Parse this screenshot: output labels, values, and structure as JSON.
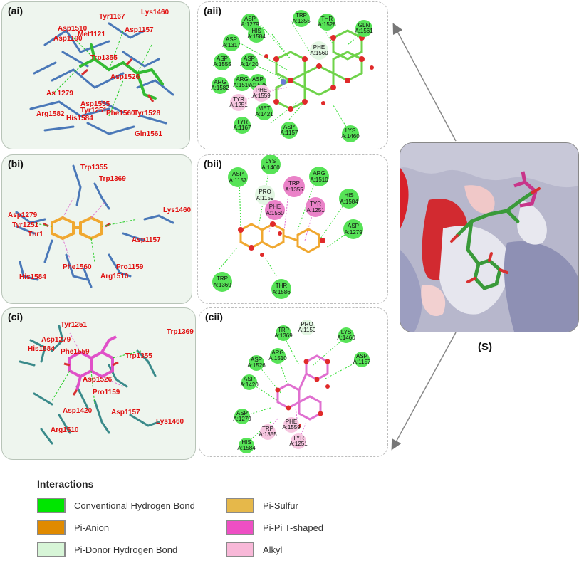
{
  "panels": {
    "ai": {
      "label": "(ai)",
      "residues": [
        "Tyr1167",
        "Lys1460",
        "Asp1510",
        "Asp1190",
        "Met1121",
        "Asp1157",
        "Trp1355",
        "Asp1526",
        "As 1279",
        "Tyr1528",
        "Arg1582",
        "His1584",
        "Tyr1251",
        "Asp1555",
        "Phe1560",
        "Gln1561"
      ]
    },
    "aii": {
      "label": "(aii)",
      "nodes": [
        {
          "id": "asp1279",
          "l1": "ASP",
          "l2": "A:1279",
          "type": "hbond"
        },
        {
          "id": "trp1355",
          "l1": "TRP",
          "l2": "A:1355",
          "type": "hbond"
        },
        {
          "id": "thr1528",
          "l1": "THR",
          "l2": "A:1528",
          "type": "hbond"
        },
        {
          "id": "gln1561",
          "l1": "GLN",
          "l2": "A:1561",
          "type": "hbond"
        },
        {
          "id": "his1584",
          "l1": "HIS",
          "l2": "A:1584",
          "type": "hbond"
        },
        {
          "id": "asp1317",
          "l1": "ASP",
          "l2": "A:1317",
          "type": "hbond"
        },
        {
          "id": "phe1560",
          "l1": "PHE",
          "l2": "A:1560",
          "type": "pidonor"
        },
        {
          "id": "asp1555",
          "l1": "ASP",
          "l2": "A:1555",
          "type": "hbond"
        },
        {
          "id": "asp1420",
          "l1": "ASP",
          "l2": "A:1420",
          "type": "hbond"
        },
        {
          "id": "arg1510",
          "l1": "ARG",
          "l2": "A:1510",
          "type": "hbond"
        },
        {
          "id": "asp1526",
          "l1": "ASP",
          "l2": "A:1526",
          "type": "hbond"
        },
        {
          "id": "arg1582",
          "l1": "ARG",
          "l2": "A:1582",
          "type": "hbond"
        },
        {
          "id": "phe1559",
          "l1": "PHE",
          "l2": "A:1559",
          "type": "alkyl"
        },
        {
          "id": "tyr1251",
          "l1": "TYR",
          "l2": "A:1251",
          "type": "alkyl"
        },
        {
          "id": "met1421",
          "l1": "MET",
          "l2": "A:1421",
          "type": "hbond"
        },
        {
          "id": "tyr1167",
          "l1": "TYR",
          "l2": "A:1167",
          "type": "hbond"
        },
        {
          "id": "asp1157",
          "l1": "ASP",
          "l2": "A:1157",
          "type": "hbond"
        },
        {
          "id": "lys1460",
          "l1": "LYS",
          "l2": "A:1460",
          "type": "hbond"
        }
      ]
    },
    "bi": {
      "label": "(bi)",
      "residues": [
        "Trp1355",
        "Trp1369",
        "Lys1460",
        "Asp1279",
        "Tyr1251",
        "Thr1",
        "Asp1157",
        "His1584",
        "Phe1560",
        "Pro1159",
        "Arg1510"
      ]
    },
    "bii": {
      "label": "(bii)",
      "nodes": [
        {
          "id": "lys1460",
          "l1": "LYS",
          "l2": "A:1460",
          "type": "hbond"
        },
        {
          "id": "asp1157",
          "l1": "ASP",
          "l2": "A:1157",
          "type": "hbond"
        },
        {
          "id": "arg1510",
          "l1": "ARG",
          "l2": "A:1510",
          "type": "hbond"
        },
        {
          "id": "trp1355",
          "l1": "TRP",
          "l2": "A:1355",
          "type": "pipi"
        },
        {
          "id": "pro1159",
          "l1": "PRO",
          "l2": "A:1159",
          "type": "pidonor"
        },
        {
          "id": "his1584",
          "l1": "HIS",
          "l2": "A:1584",
          "type": "hbond"
        },
        {
          "id": "tyr1251",
          "l1": "TYR",
          "l2": "A:1251",
          "type": "pipi"
        },
        {
          "id": "phe1560",
          "l1": "PHE",
          "l2": "A:1560",
          "type": "pipi"
        },
        {
          "id": "asp1279",
          "l1": "ASP",
          "l2": "A:1279",
          "type": "hbond"
        },
        {
          "id": "trp1369",
          "l1": "TRP",
          "l2": "A:1369",
          "type": "hbond"
        },
        {
          "id": "thr1586",
          "l1": "THR",
          "l2": "A:1586",
          "type": "hbond"
        }
      ]
    },
    "ci": {
      "label": "(ci)",
      "residues": [
        "Tyr1251",
        "Asp1279",
        "His1584",
        "Phe1559",
        "Trp1369",
        "Trp1355",
        "Asp1526",
        "Pro1159",
        "Asp1420",
        "Asp1157",
        "Lys1460",
        "Arg1510"
      ]
    },
    "cii": {
      "label": "(cii)",
      "nodes": [
        {
          "id": "trp1369",
          "l1": "TRP",
          "l2": "A:1369",
          "type": "hbond"
        },
        {
          "id": "pro1159",
          "l1": "PRO",
          "l2": "A:1159",
          "type": "pidonor"
        },
        {
          "id": "lys1460",
          "l1": "LYS",
          "l2": "A:1460",
          "type": "hbond"
        },
        {
          "id": "arg1510",
          "l1": "ARG",
          "l2": "A:1510",
          "type": "hbond"
        },
        {
          "id": "asp1526",
          "l1": "ASP",
          "l2": "A:1526",
          "type": "hbond"
        },
        {
          "id": "asp1157",
          "l1": "ASP",
          "l2": "A:1157",
          "type": "hbond"
        },
        {
          "id": "asp1420",
          "l1": "ASP",
          "l2": "A:1420",
          "type": "hbond"
        },
        {
          "id": "asp1279",
          "l1": "ASP",
          "l2": "A:1279",
          "type": "hbond"
        },
        {
          "id": "phe1559",
          "l1": "PHE",
          "l2": "A:1559",
          "type": "alkyl"
        },
        {
          "id": "trp1355",
          "l1": "TRP",
          "l2": "A:1355",
          "type": "alkyl"
        },
        {
          "id": "his1584",
          "l1": "HIS",
          "l2": "A:1584",
          "type": "hbond"
        },
        {
          "id": "tyr1251",
          "l1": "TYR",
          "l2": "A:1251",
          "type": "alkyl"
        }
      ]
    }
  },
  "surface": {
    "label": "(S)"
  },
  "legend": {
    "title": "Interactions",
    "items": [
      {
        "label": "Conventional Hydrogen Bond",
        "color": "#00e600"
      },
      {
        "label": "Pi-Anion",
        "color": "#e08a00"
      },
      {
        "label": "Pi-Donor Hydrogen Bond",
        "color": "#d7f5d7"
      },
      {
        "label": "Pi-Sulfur",
        "color": "#e6b84a"
      },
      {
        "label": "Pi-Pi T-shaped",
        "color": "#ee4fc4"
      },
      {
        "label": "Alkyl",
        "color": "#f8b8d8"
      }
    ]
  },
  "colors": {
    "hbond": "#57e357",
    "pidonor": "#e3f7e3",
    "alkyl": "#f6c6e0",
    "pipi": "#ea82c8",
    "ligand_a": "#6fd34a",
    "ligand_b": "#f0a830",
    "ligand_c": "#e070d0",
    "oxygen": "#e02a2a"
  }
}
